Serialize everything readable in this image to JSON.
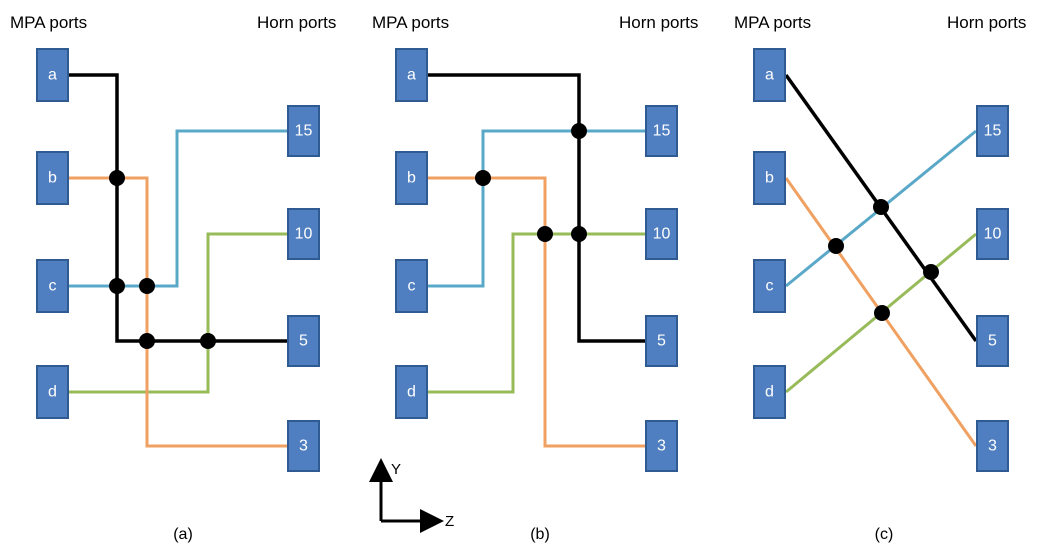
{
  "colors": {
    "black": "#000000",
    "blue": "#5aa8c8",
    "orange": "#f0a060",
    "green": "#98bb5a",
    "port_fill": "#4f7fc0"
  },
  "panels": [
    {
      "mpa_header": "MPA ports",
      "horn_header": "Horn ports",
      "mpa_ports": [
        "a",
        "b",
        "c",
        "d"
      ],
      "horn_ports": [
        "15",
        "10",
        "5",
        "3"
      ],
      "caption": "(a)"
    },
    {
      "mpa_header": "MPA ports",
      "horn_header": "Horn ports",
      "mpa_ports": [
        "a",
        "b",
        "c",
        "d"
      ],
      "horn_ports": [
        "15",
        "10",
        "5",
        "3"
      ],
      "caption": "(b)"
    },
    {
      "mpa_header": "MPA ports",
      "horn_header": "Horn ports",
      "mpa_ports": [
        "a",
        "b",
        "c",
        "d"
      ],
      "horn_ports": [
        "15",
        "10",
        "5",
        "3"
      ],
      "caption": "(c)"
    }
  ],
  "connections": [
    {
      "from": "a",
      "to": "5",
      "color": "black"
    },
    {
      "from": "b",
      "to": "3",
      "color": "orange"
    },
    {
      "from": "c",
      "to": "15",
      "color": "blue"
    },
    {
      "from": "d",
      "to": "10",
      "color": "green"
    }
  ],
  "axes": {
    "y_label": "Y",
    "z_label": "Z"
  }
}
